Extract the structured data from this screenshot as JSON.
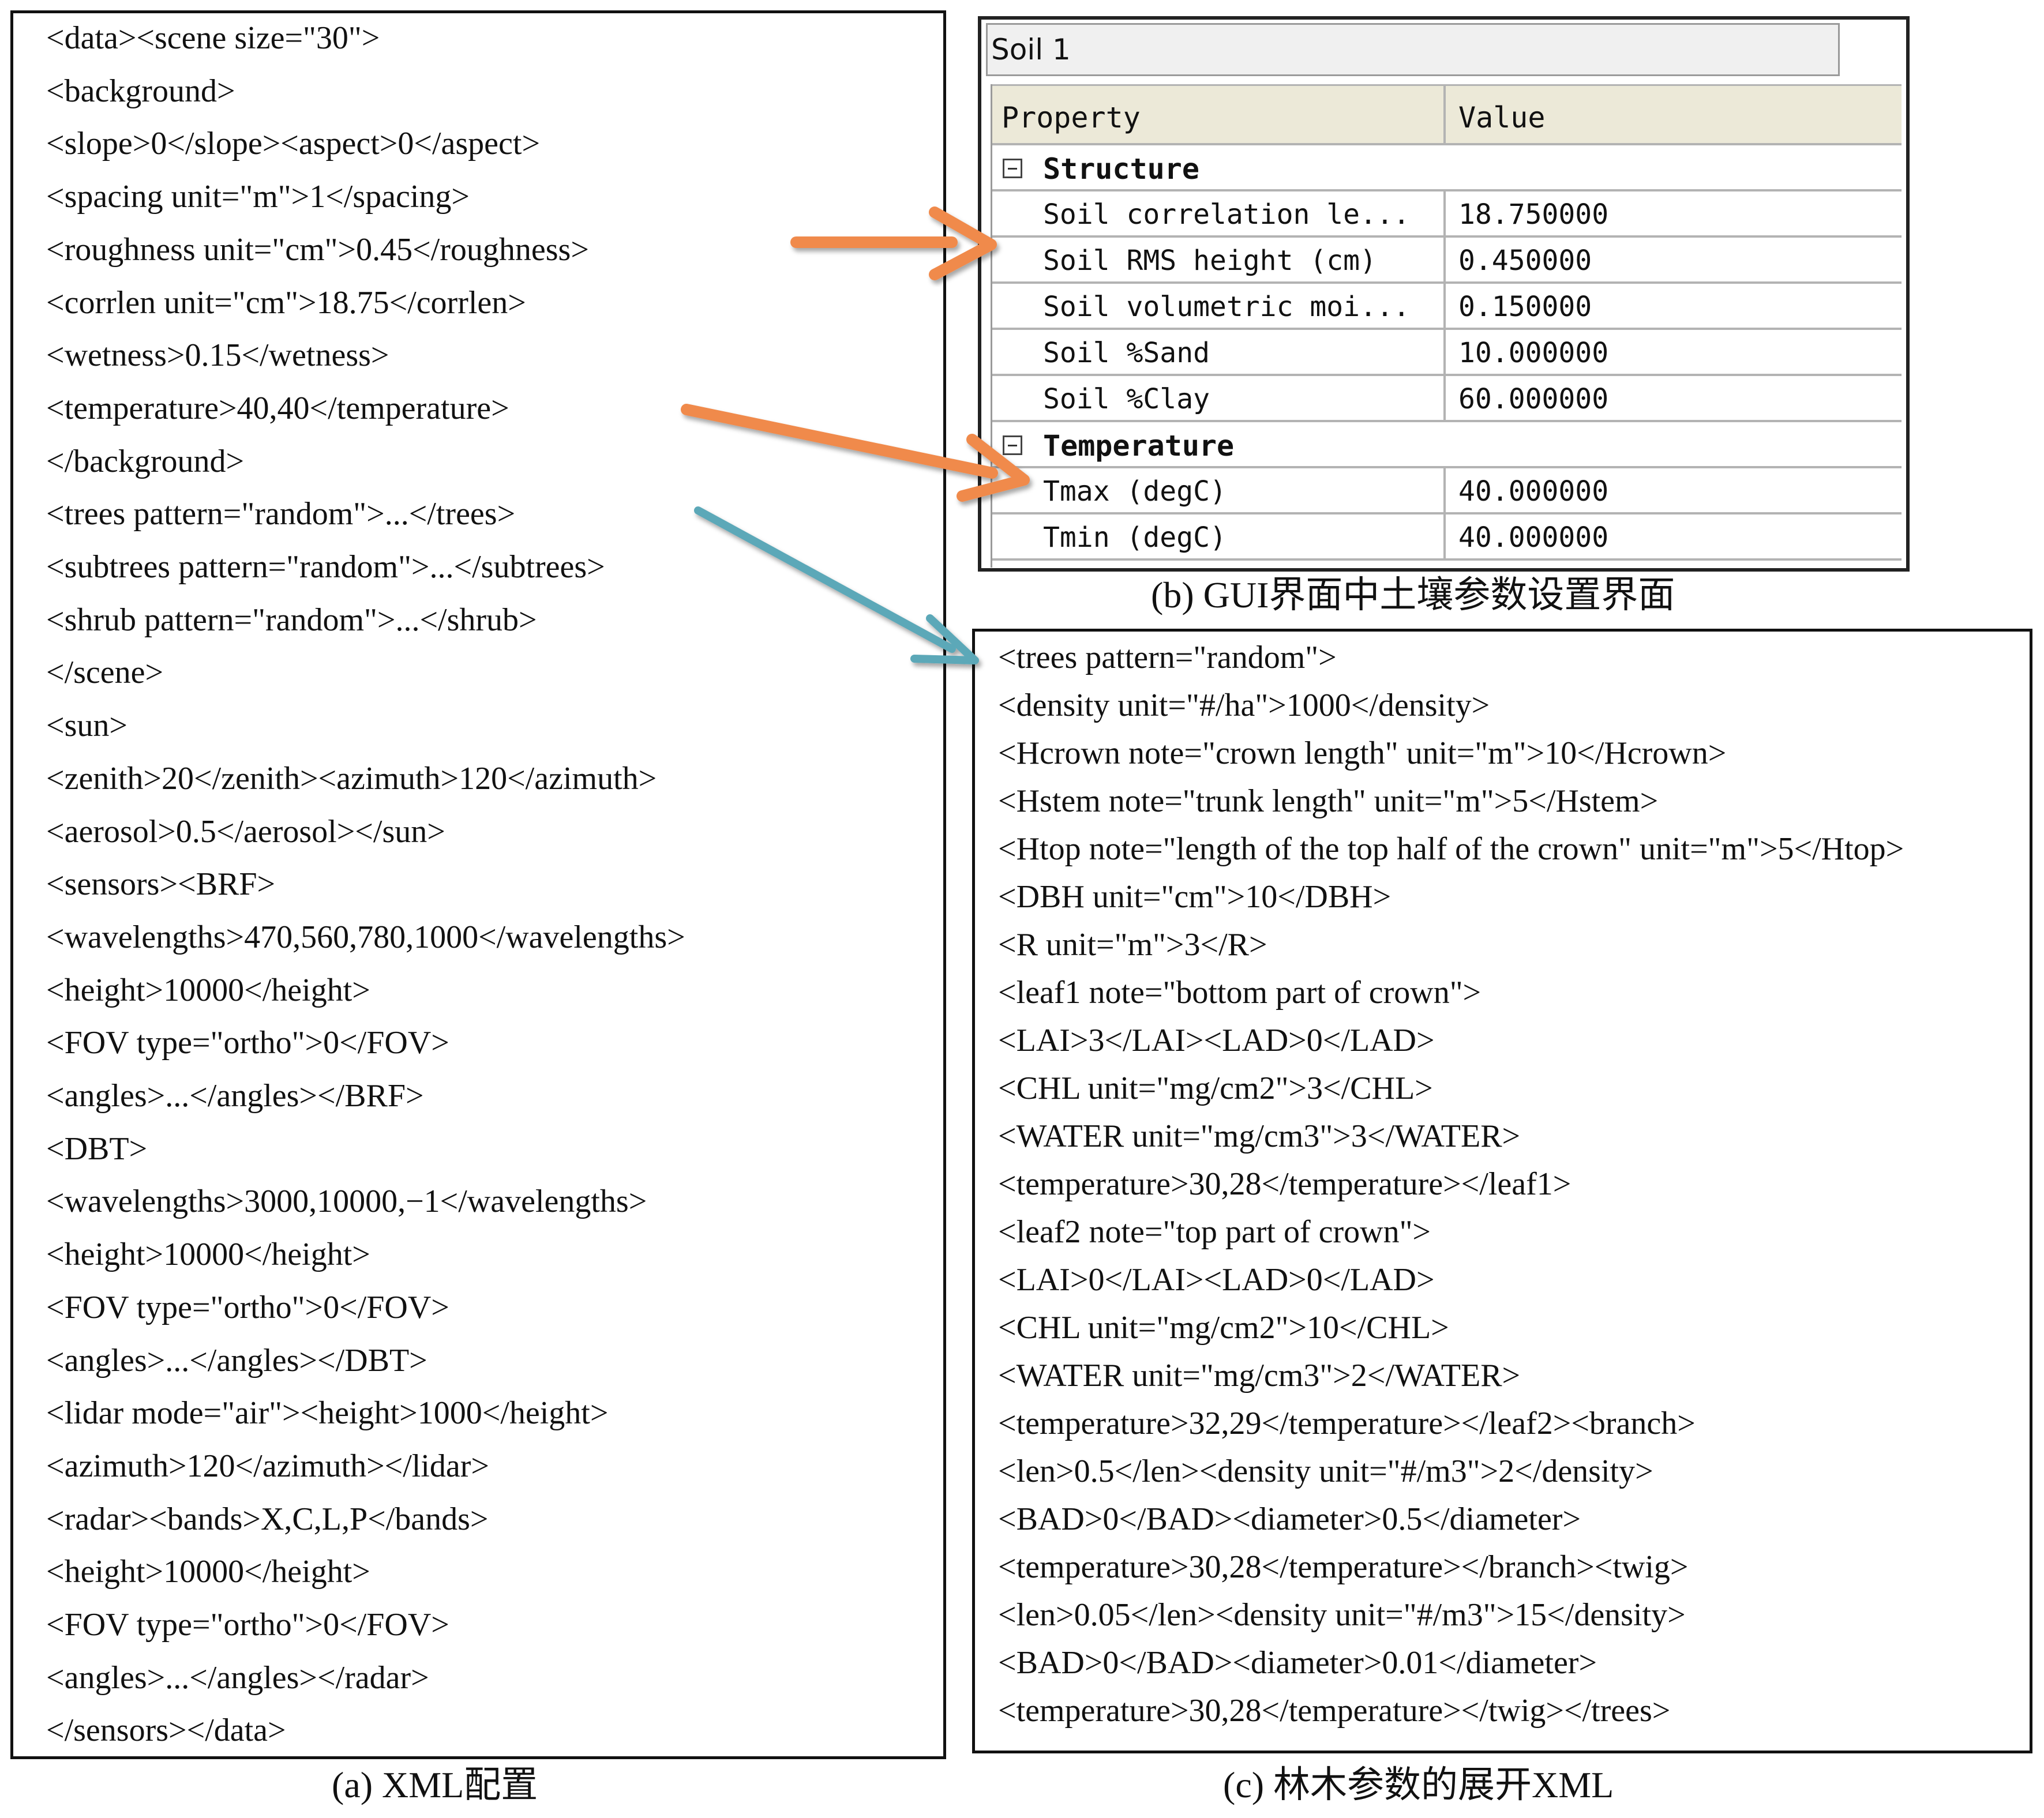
{
  "xml_config": {
    "lines": [
      "<data><scene size=\"30\">",
      "<background>",
      "<slope>0</slope><aspect>0</aspect>",
      "<spacing unit=\"m\">1</spacing>",
      "<roughness unit=\"cm\">0.45</roughness>",
      "<corrlen unit=\"cm\">18.75</corrlen>",
      "<wetness>0.15</wetness>",
      "<temperature>40,40</temperature>",
      "</background>",
      "<trees pattern=\"random\">...</trees>",
      "<subtrees pattern=\"random\">...</subtrees>",
      "<shrub pattern=\"random\">...</shrub>",
      "</scene>",
      "<sun>",
      "<zenith>20</zenith><azimuth>120</azimuth>",
      "<aerosol>0.5</aerosol></sun>",
      "<sensors><BRF>",
      "<wavelengths>470,560,780,1000</wavelengths>",
      "<height>10000</height>",
      "<FOV type=\"ortho\">0</FOV>",
      "<angles>...</angles></BRF>",
      "<DBT>",
      "<wavelengths>3000,10000,−1</wavelengths>",
      "<height>10000</height>",
      "<FOV type=\"ortho\">0</FOV>",
      "<angles>...</angles></DBT>",
      "<lidar mode=\"air\"><height>1000</height>",
      "<azimuth>120</azimuth></lidar>",
      "<radar><bands>X,C,L,P</bands>",
      "<height>10000</height>",
      "<FOV type=\"ortho\">0</FOV>",
      "<angles>...</angles></radar>",
      "</sensors></data>"
    ],
    "caption": "(a) XML配置"
  },
  "gui": {
    "title": "Soil 1",
    "columns": {
      "property": "Property",
      "value": "Value"
    },
    "sections": [
      {
        "label": "Structure",
        "rows": [
          {
            "property": "Soil correlation le...",
            "value": "18.750000"
          },
          {
            "property": "Soil RMS height (cm)",
            "value": "0.450000"
          },
          {
            "property": "Soil volumetric moi...",
            "value": "0.150000"
          },
          {
            "property": "Soil %Sand",
            "value": "10.000000"
          },
          {
            "property": "Soil %Clay",
            "value": "60.000000"
          }
        ]
      },
      {
        "label": "Temperature",
        "rows": [
          {
            "property": "Tmax (degC)",
            "value": "40.000000"
          },
          {
            "property": "Tmin (degC)",
            "value": "40.000000"
          }
        ]
      }
    ],
    "caption": "(b) GUI界面中土壤参数设置界面"
  },
  "trees_xml": {
    "lines": [
      "<trees pattern=\"random\">",
      "<density unit=\"#/ha\">1000</density>",
      "<Hcrown note=\"crown length\" unit=\"m\">10</Hcrown>",
      "<Hstem note=\"trunk length\" unit=\"m\">5</Hstem>",
      "<Htop note=\"length of the top half of the crown\" unit=\"m\">5</Htop>",
      "<DBH unit=\"cm\">10</DBH>",
      "<R unit=\"m\">3</R>",
      "<leaf1 note=\"bottom part of crown\">",
      "<LAI>3</LAI><LAD>0</LAD>",
      "<CHL unit=\"mg/cm2\">3</CHL>",
      "<WATER unit=\"mg/cm3\">3</WATER>",
      "<temperature>30,28</temperature></leaf1>",
      "<leaf2 note=\"top part of crown\">",
      "<LAI>0</LAI><LAD>0</LAD>",
      "<CHL unit=\"mg/cm2\">10</CHL>",
      "<WATER unit=\"mg/cm3\">2</WATER>",
      "<temperature>32,29</temperature></leaf2><branch>",
      "<len>0.5</len><density unit=\"#/m3\">2</density>",
      "<BAD>0</BAD><diameter>0.5</diameter>",
      "<temperature>30,28</temperature></branch><twig>",
      "<len>0.05</len><density unit=\"#/m3\">15</density>",
      "<BAD>0</BAD><diameter>0.01</diameter>",
      "<temperature>30,28</temperature></twig></trees>"
    ],
    "caption": "(c) 林木参数的展开XML"
  },
  "colors": {
    "orange_arrow": "#f08a4b",
    "teal_arrow": "#5ba8b8",
    "border": "#111111"
  }
}
